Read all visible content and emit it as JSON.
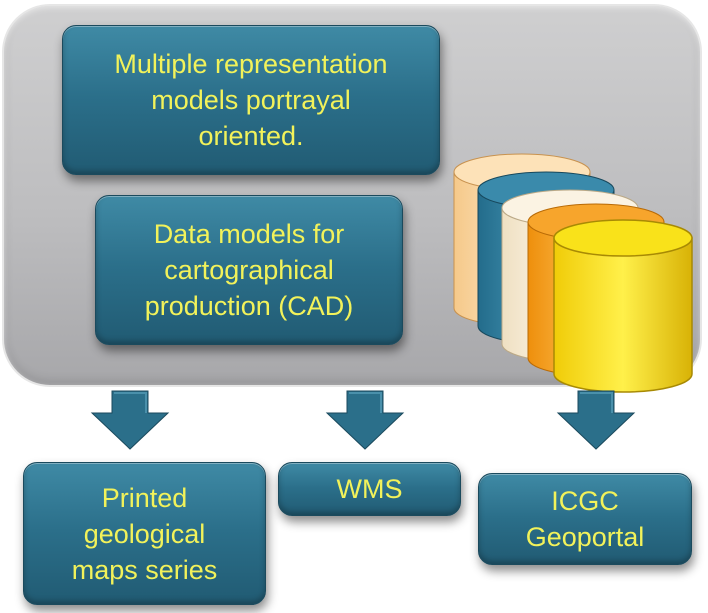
{
  "diagram": {
    "top_box_1": "Multiple representation\nmodels portrayal\noriented.",
    "top_box_2": "Data models for\ncartographical\nproduction (CAD)",
    "outputs": [
      "Printed\ngeological\nmaps series",
      "WMS",
      "ICGC\nGeoportal"
    ]
  },
  "colors": {
    "box_fill": "#2b6f8a",
    "box_text": "#f2f25a",
    "panel": "#bdbdbf",
    "arrow": "#2b6f8a",
    "cylinders": [
      "#f4c27e",
      "#2f7e9f",
      "#f2e5c8",
      "#f29a14",
      "#f7dc15"
    ]
  },
  "icons": [
    "database-cylinder-icon",
    "down-arrow-icon"
  ]
}
